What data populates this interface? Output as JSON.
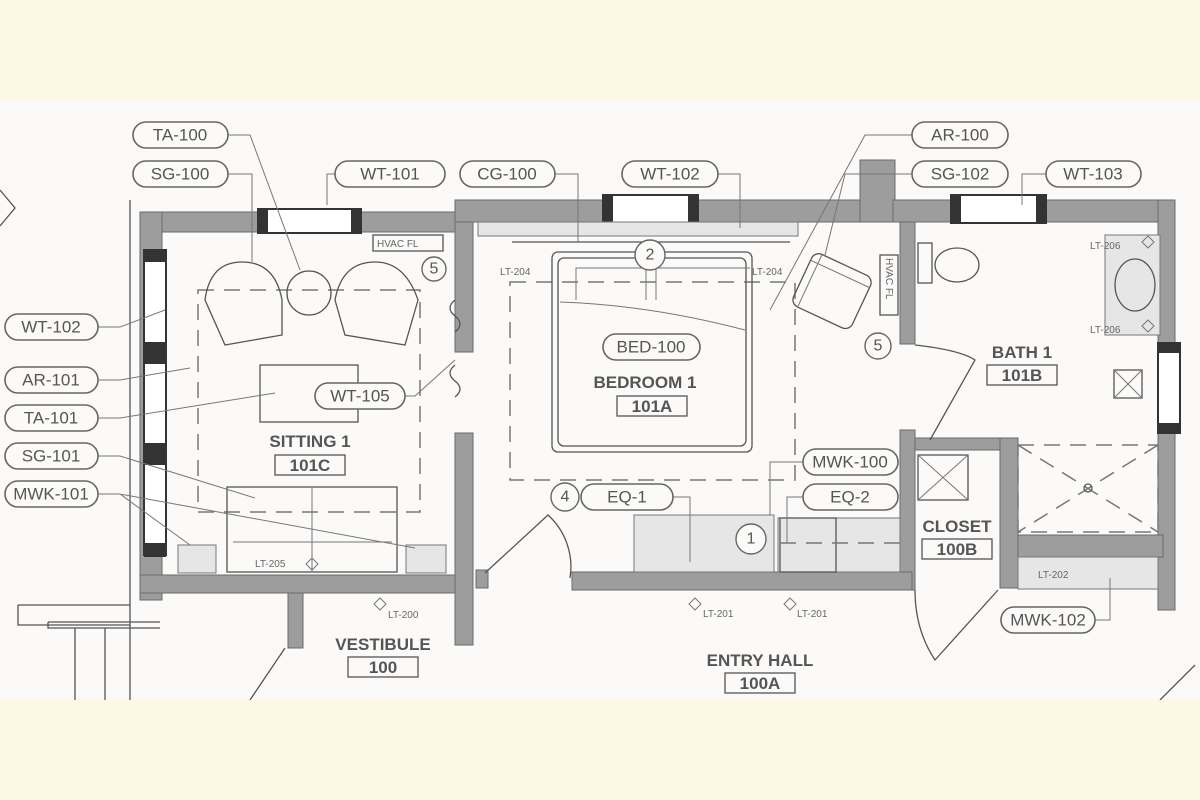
{
  "tags": {
    "ta100": "TA-100",
    "sg100": "SG-100",
    "wt101": "WT-101",
    "cg100": "CG-100",
    "wt102_top": "WT-102",
    "ar100": "AR-100",
    "sg102": "SG-102",
    "wt103": "WT-103",
    "wt102_left": "WT-102",
    "ar101": "AR-101",
    "ta101": "TA-101",
    "sg101": "SG-101",
    "mwk101": "MWK-101",
    "wt105": "WT-105",
    "bed100": "BED-100",
    "mwk100": "MWK-100",
    "eq1": "EQ-1",
    "eq2": "EQ-2",
    "mwk102": "MWK-102"
  },
  "rooms": [
    {
      "name": "SITTING 1",
      "number": "101C"
    },
    {
      "name": "BEDROOM 1",
      "number": "101A"
    },
    {
      "name": "BATH 1",
      "number": "101B"
    },
    {
      "name": "CLOSET",
      "number": "100B"
    },
    {
      "name": "VESTIBULE",
      "number": "100"
    },
    {
      "name": "ENTRY HALL",
      "number": "100A"
    }
  ],
  "fixtures": {
    "lt204": "LT-204",
    "lt204b": "LT-204",
    "lt205": "LT-205",
    "lt206a": "LT-206",
    "lt206b": "LT-206",
    "lt200": "LT-200",
    "lt201a": "LT-201",
    "lt201b": "LT-201",
    "lt202": "LT-202",
    "hvac1": "HVAC FL",
    "hvac2": "HVAC FL"
  },
  "keynotes": {
    "k5a": "5",
    "k2": "2",
    "k5b": "5",
    "k4": "4",
    "k1": "1"
  }
}
